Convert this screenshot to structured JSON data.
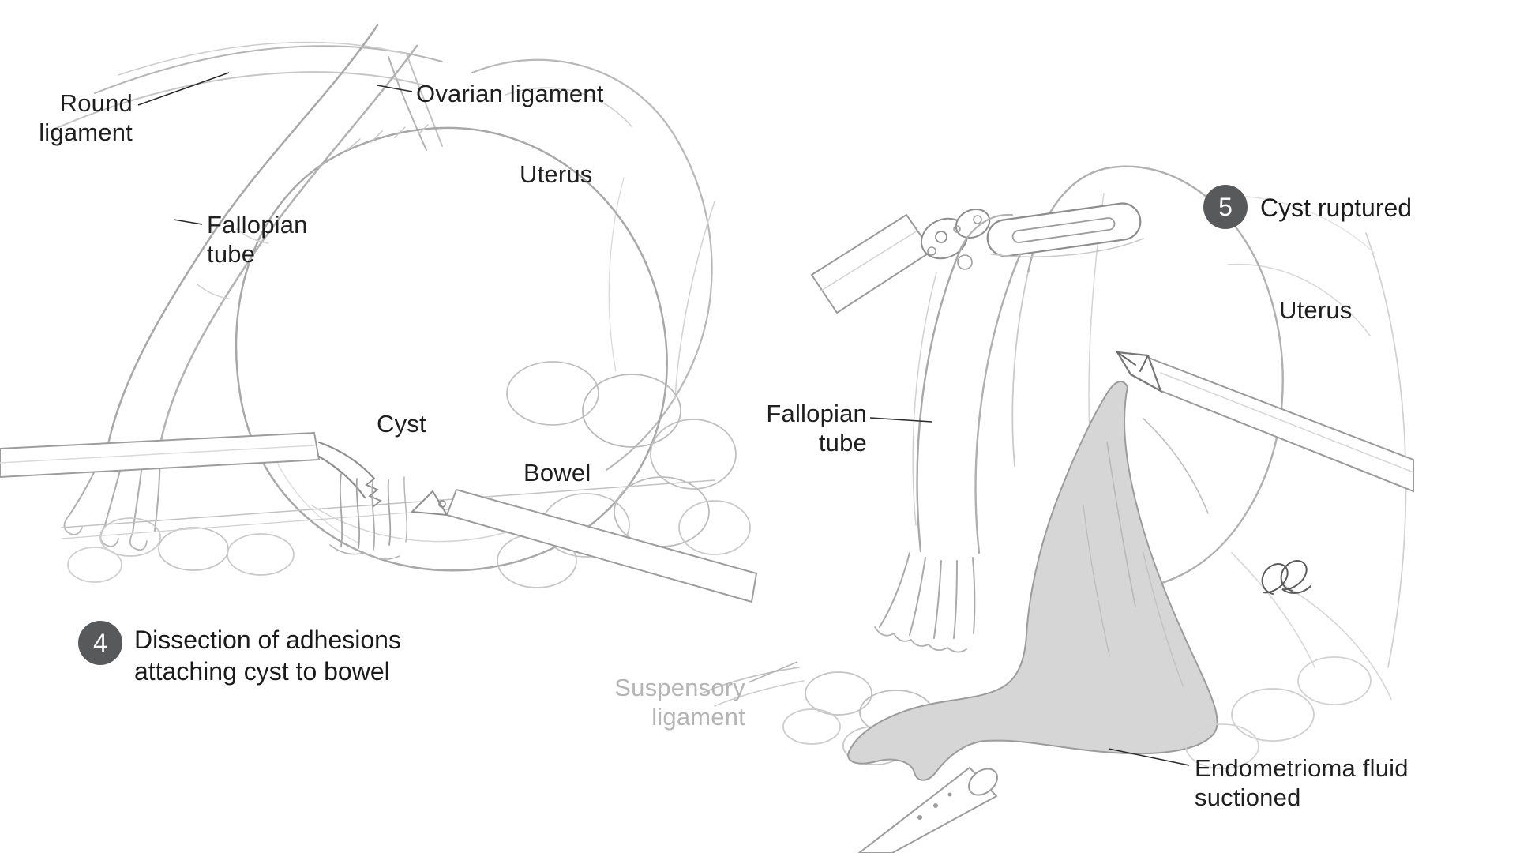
{
  "figure": {
    "colors": {
      "badge_background": "#58595b",
      "badge_text": "#ffffff",
      "label_text": "#1f1f1f",
      "muted_label_text": "#b5b5b5",
      "fluid_fill": "#d6d6d6",
      "sketch_stroke": "#b0b0b0"
    },
    "panels": [
      {
        "step_number": "4",
        "caption_lines": [
          "Dissection of adhesions",
          "attaching cyst to bowel"
        ],
        "labels": {
          "round_ligament": {
            "lines": [
              "Round",
              "ligament"
            ]
          },
          "ovarian_ligament": {
            "text": "Ovarian ligament"
          },
          "uterus": {
            "text": "Uterus"
          },
          "fallopian_tube": {
            "lines": [
              "Fallopian",
              "tube"
            ]
          },
          "cyst": {
            "text": "Cyst"
          },
          "bowel": {
            "text": "Bowel"
          }
        }
      },
      {
        "step_number": "5",
        "caption_lines": [
          "Cyst ruptured"
        ],
        "labels": {
          "uterus": {
            "text": "Uterus"
          },
          "fallopian_tube": {
            "lines": [
              "Fallopian",
              "tube"
            ]
          },
          "suspensory_ligament": {
            "lines": [
              "Suspensory",
              "ligament"
            ]
          },
          "endometrioma": {
            "lines": [
              "Endometrioma fluid",
              "suctioned"
            ]
          }
        }
      }
    ]
  }
}
